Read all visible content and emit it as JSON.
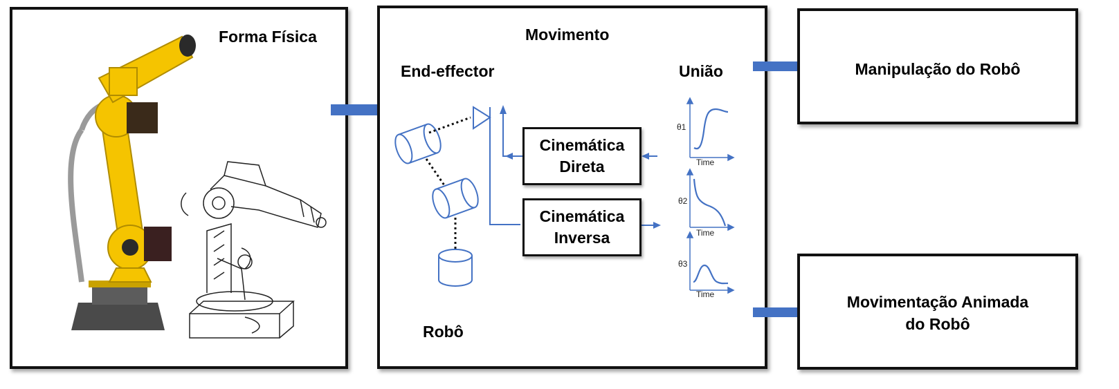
{
  "physical_form": {
    "title": "Forma Física",
    "yellow_robot_image": "yellow-industrial-robot-arm",
    "line_robot_image": "line-drawing-robot-arm"
  },
  "movement": {
    "title": "Movimento",
    "end_effector_label": "End-effector",
    "robot_label": "Robô",
    "joint_label": "União",
    "direct_kinematics": [
      "Cinemática",
      "Direta"
    ],
    "inverse_kinematics": [
      "Cinemática",
      "Inversa"
    ],
    "joint_plots": [
      {
        "ylabel": "θ1",
        "xlabel": "Time"
      },
      {
        "ylabel": "θ2",
        "xlabel": "Time"
      },
      {
        "ylabel": "θ3",
        "xlabel": "Time"
      }
    ]
  },
  "outputs": {
    "manipulation": "Manipulação do Robô",
    "animated": [
      "Movimentação Animada",
      "do Robô"
    ]
  },
  "colors": {
    "arrow": "#4472C4",
    "border": "#111111",
    "robot_yellow": "#F5C400"
  }
}
